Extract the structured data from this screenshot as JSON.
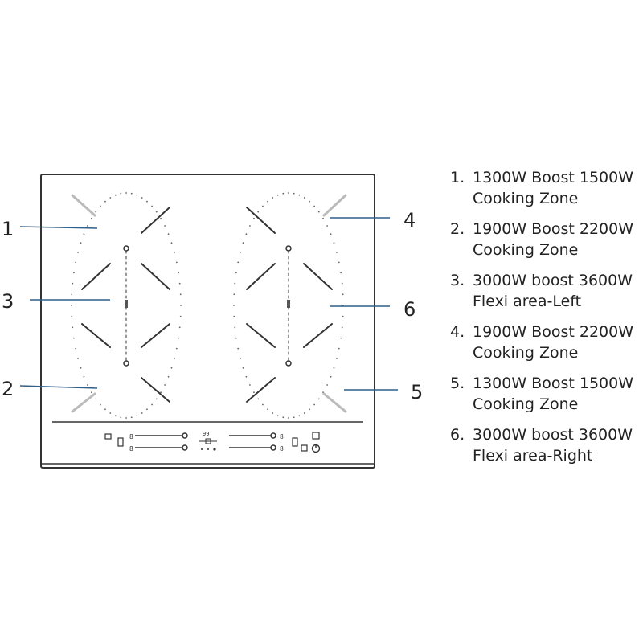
{
  "callouts": [
    {
      "id": "1"
    },
    {
      "id": "3"
    },
    {
      "id": "2"
    },
    {
      "id": "4"
    },
    {
      "id": "6"
    },
    {
      "id": "5"
    }
  ],
  "legend": [
    {
      "index": "1.",
      "line1": "1300W Boost 1500W",
      "line2": "Cooking Zone"
    },
    {
      "index": "2.",
      "line1": "1900W Boost 2200W",
      "line2": "Cooking Zone"
    },
    {
      "index": "3.",
      "line1": "3000W boost 3600W",
      "line2": "Flexi area-Left"
    },
    {
      "index": "4.",
      "line1": "1900W Boost 2200W",
      "line2": "Cooking Zone"
    },
    {
      "index": "5.",
      "line1": "1300W Boost 1500W",
      "line2": "Cooking Zone"
    },
    {
      "index": "6.",
      "line1": "3000W boost 3600W",
      "line2": "Flexi area-Right"
    }
  ],
  "control_panel": {
    "timer_readout": "99",
    "zone_level_1": "8",
    "zone_level_2": "8",
    "zone_level_3": "8",
    "zone_level_4": "8"
  },
  "colors": {
    "outline": "#333333",
    "leader_line": "#2f5f8a",
    "marks": "#555555"
  }
}
